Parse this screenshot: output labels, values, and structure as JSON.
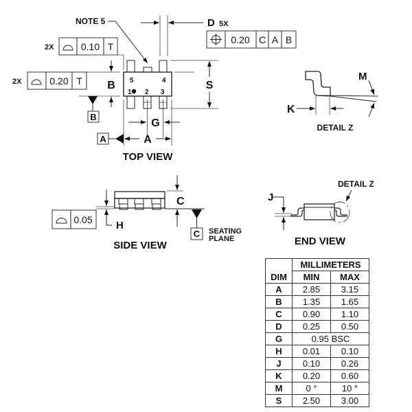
{
  "top_view": {
    "title": "TOP VIEW",
    "note_label": "NOTE 5",
    "pin_numbers": [
      "5",
      "4",
      "1",
      "2",
      "3"
    ],
    "dim_labels": {
      "A": "A",
      "B": "B",
      "D": "D",
      "D_count": "5X",
      "G": "G",
      "S": "S"
    },
    "datum_a": "A",
    "datum_b": "B",
    "fcf_position": {
      "symbol": "position-icon",
      "tolerance": "0.20",
      "datums": [
        "C",
        "A",
        "B"
      ]
    },
    "fcf_profile_top": {
      "count": "2X",
      "symbol": "profile-icon",
      "tolerance": "0.10",
      "datum": "T"
    },
    "fcf_profile_side": {
      "count": "2X",
      "symbol": "profile-icon",
      "tolerance": "0.20",
      "datum": "T"
    }
  },
  "detail_z": {
    "title": "DETAIL Z",
    "dim_labels": {
      "K": "K",
      "M": "M"
    }
  },
  "side_view": {
    "title": "SIDE VIEW",
    "dim_labels": {
      "C": "C",
      "H": "H"
    },
    "fcf_profile": {
      "symbol": "profile-icon",
      "tolerance": "0.05"
    },
    "datum_c": "C",
    "seating_plane_line1": "SEATING",
    "seating_plane_line2": "PLANE"
  },
  "end_view": {
    "title": "END VIEW",
    "detail_callout": "DETAIL Z",
    "dim_labels": {
      "J": "J"
    }
  },
  "table": {
    "unit_header": "MILLIMETERS",
    "col_headers": [
      "DIM",
      "MIN",
      "MAX"
    ],
    "rows": [
      {
        "dim": "A",
        "min": "2.85",
        "max": "3.15"
      },
      {
        "dim": "B",
        "min": "1.35",
        "max": "1.65"
      },
      {
        "dim": "C",
        "min": "0.90",
        "max": "1.10"
      },
      {
        "dim": "D",
        "min": "0.25",
        "max": "0.50"
      },
      {
        "dim": "G",
        "span": "0.95 BSC"
      },
      {
        "dim": "H",
        "min": "0.01",
        "max": "0.10"
      },
      {
        "dim": "J",
        "min": "0.10",
        "max": "0.26"
      },
      {
        "dim": "K",
        "min": "0.20",
        "max": "0.60"
      },
      {
        "dim": "M",
        "min": "0 °",
        "max": "10 °"
      },
      {
        "dim": "S",
        "min": "2.50",
        "max": "3.00"
      }
    ]
  }
}
